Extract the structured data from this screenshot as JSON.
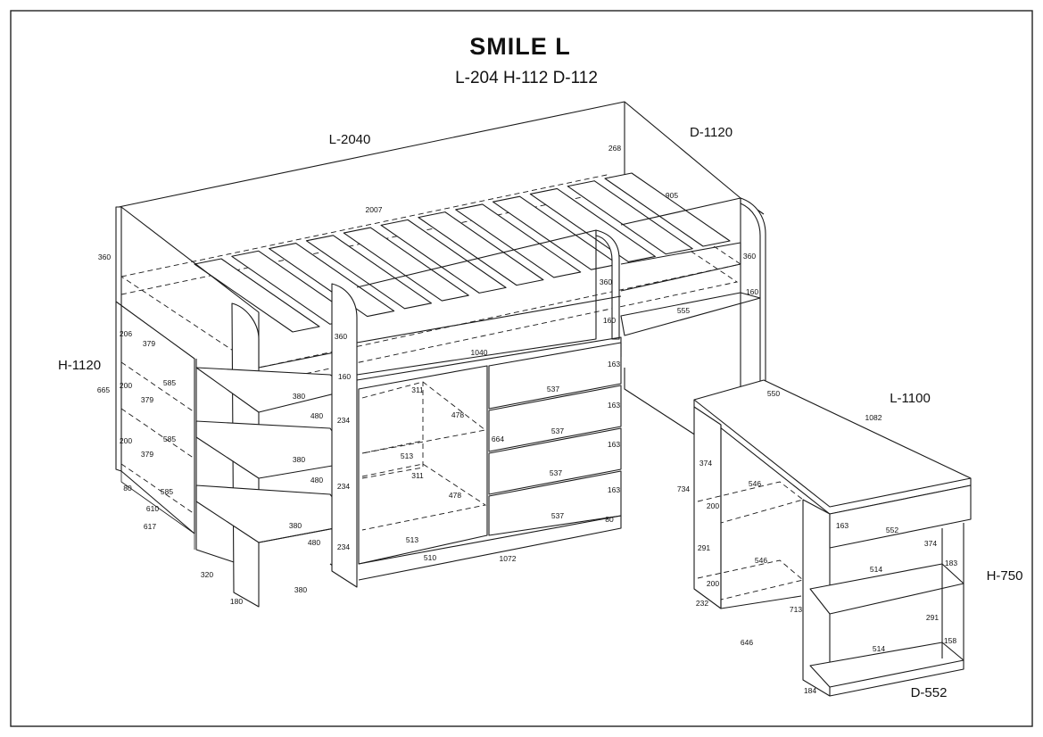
{
  "title": "SMILE L",
  "subtitle": "L-204 H-112 D-112",
  "overall_labels": {
    "bed_length": "L-2040",
    "bed_depth": "D-1120",
    "bed_height": "H-1120",
    "desk_length": "L-1100",
    "desk_height": "H-750",
    "desk_depth": "D-552"
  },
  "dimensions": {
    "d268": "268",
    "d905": "905",
    "d2007": "2007",
    "d360_left": "360",
    "d360_ladder_top": "360",
    "d360_right_post": "360",
    "d360_right_side": "360",
    "d160_ladder": "160",
    "d160_right_post": "160",
    "d160_right_side": "160",
    "d555": "555",
    "d1040": "1040",
    "d206": "206",
    "d379_a": "379",
    "d379_b": "379",
    "d379_c": "379",
    "d665": "665",
    "d200_a": "200",
    "d200_b": "200",
    "d585_a": "585",
    "d585_b": "585",
    "d585_c": "585",
    "d80_shelf": "80",
    "d610": "610",
    "d617": "617",
    "d380_a": "380",
    "d380_b": "380",
    "d380_c": "380",
    "d380_floor": "380",
    "d480_a": "480",
    "d480_b": "480",
    "d480_c": "480",
    "d234_a": "234",
    "d234_b": "234",
    "d234_c": "234",
    "d320": "320",
    "d180": "180",
    "d311_a": "311",
    "d311_b": "311",
    "d478_a": "478",
    "d478_b": "478",
    "d513_a": "513",
    "d513_b": "513",
    "d664": "664",
    "d510": "510",
    "d1072": "1072",
    "d163_a": "163",
    "d163_b": "163",
    "d163_c": "163",
    "d163_d": "163",
    "d537_a": "537",
    "d537_b": "537",
    "d537_c": "537",
    "d537_d": "537",
    "d80_drawer": "80",
    "d550": "550",
    "d1082": "1082",
    "d374_a": "374",
    "d374_b": "374",
    "d734": "734",
    "d546_a": "546",
    "d546_b": "546",
    "d200_desk_a": "200",
    "d200_desk_b": "200",
    "d291_a": "291",
    "d291_b": "291",
    "d232": "232",
    "d713": "713",
    "d646": "646",
    "d163_desk": "163",
    "d552": "552",
    "d183": "183",
    "d514_a": "514",
    "d514_b": "514",
    "d158": "158",
    "d184": "184"
  }
}
